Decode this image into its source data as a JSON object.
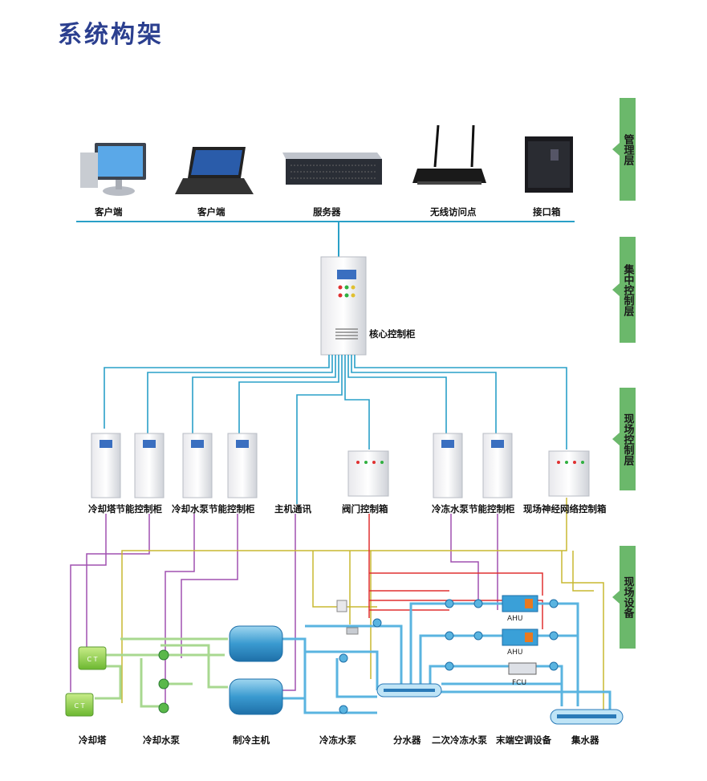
{
  "title": "系统构架",
  "layers": [
    {
      "label": "管理层"
    },
    {
      "label": "集中控制层"
    },
    {
      "label": "现场控制层"
    },
    {
      "label": "现场设备"
    }
  ],
  "management": {
    "client1": "客户端",
    "client2": "客户端",
    "server": "服务器",
    "wireless_ap": "无线访问点",
    "interface_box": "接口箱"
  },
  "central": {
    "core_cabinet": "核心控制柜"
  },
  "field_control": {
    "cooling_tower_cabinet": "冷却塔节能控制柜",
    "cooling_pump_cabinet": "冷却水泵节能控制柜",
    "chiller_comm": "主机通讯",
    "valve_box": "阀门控制箱",
    "chilled_pump_cabinet": "冷冻水泵节能控制柜",
    "neural_net_box": "现场神经网络控制箱"
  },
  "field_devices": {
    "cooling_tower": "冷却塔",
    "cooling_pump": "冷却水泵",
    "chiller": "制冷主机",
    "chilled_pump": "冷冻水泵",
    "water_divider": "分水器",
    "secondary_pump": "二次冷冻水泵",
    "terminal_ac": "末端空调设备",
    "water_collector": "集水器",
    "ct_tag": "C T",
    "ahu_tag": "AHU",
    "fcu_tag": "FCU"
  },
  "colors": {
    "title": "#2b3f8f",
    "layer_tab": "#6bb86b",
    "network_line": "#2aa0c8",
    "control_purple": "#a050b0",
    "control_yellow": "#c8b830",
    "control_red": "#e03030",
    "pipe_blue": "#5ab4e0",
    "pipe_green": "#a8d890"
  }
}
